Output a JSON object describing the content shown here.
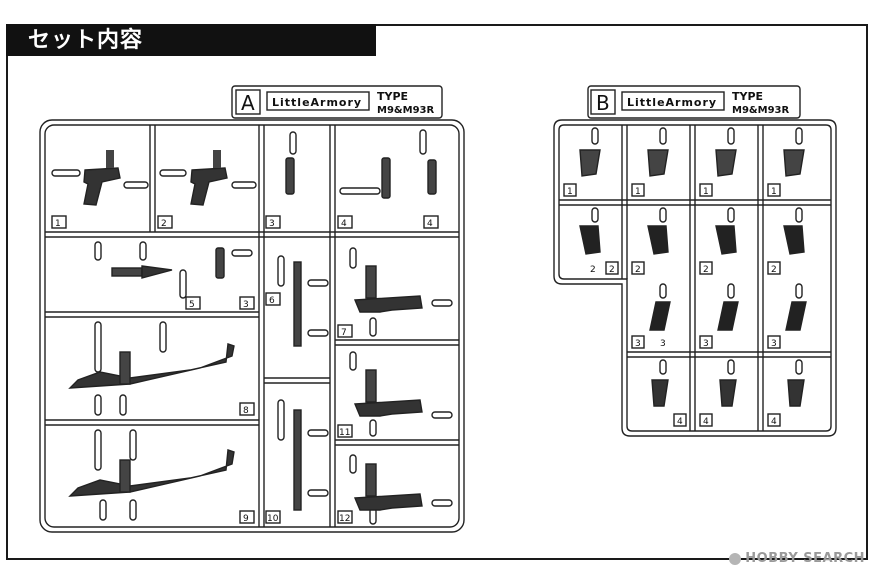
{
  "header": {
    "title": "セット内容"
  },
  "sprue_a": {
    "letter": "A",
    "brand_logo": "LittleArmory",
    "type_label": "TYPE",
    "model_label": "M9&M93R",
    "part_numbers": [
      "1",
      "2",
      "3",
      "4",
      "4",
      "5",
      "3",
      "6",
      "7",
      "8",
      "11",
      "9",
      "10",
      "12"
    ]
  },
  "sprue_b": {
    "letter": "B",
    "brand_logo": "LittleArmory",
    "type_label": "TYPE",
    "model_label": "M9&M93R",
    "part_numbers": [
      "1",
      "1",
      "1",
      "1",
      "2",
      "2",
      "2",
      "2",
      "2",
      "3",
      "3",
      "3",
      "3",
      "4",
      "4",
      "4"
    ]
  },
  "watermark": {
    "text": "HOBBY SEARCH"
  }
}
